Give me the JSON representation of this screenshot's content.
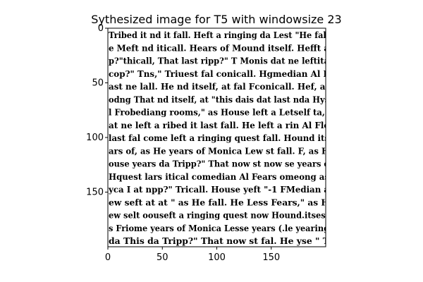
{
  "chart_data": {
    "type": "image",
    "title": "Sythesized image for T5 with windowsize 23",
    "xlabel": "",
    "ylabel": "",
    "xlim": [
      0,
      200
    ],
    "ylim": [
      200,
      0
    ],
    "x_ticks": [
      0,
      50,
      100,
      150
    ],
    "y_ticks": [
      0,
      50,
      100,
      150
    ],
    "image_lines": [
      "Tribed it nd it fall. Heft a ringing da Lest \"He fall",
      "e Meft nd iticall. Hears of Mound itself. Hefft a",
      "p?\"thicall, That last ripp?\" T Monis dat ne leftita",
      "cop?\" Tns,\" Triuest fal conicall. Hgmedian Al F",
      "ast ne lall. He nd itself, at fal Fconicall. Hef, at",
      "odng That nd itself, at \"this dais dat last nda Hys",
      "l Frobediang rooms,\" as House left a Letself ta,\"",
      "at ne left a ribed it last fall. He left a rin Al Fle",
      "last fal come left a ringing quest fall. Hound its",
      "ars of, as He years of Monica Lew st fall. F, as H",
      "ouse years da Tripp?\" That now st now se years o",
      "Hquest lars itical comedian Al Fears omeong as",
      "yca I at npp?\" Tricall. House yeft \"-1 FMedian a",
      "ew seft at at \" as He fall. He Less Fears,\" as H",
      "ew selt oouseft a ringing quest now Hound.itsest",
      "s Friome years of Monica Lesse years (.le yearing",
      "da This da Tripp?\" That now st fal. He yse \" T"
    ]
  }
}
